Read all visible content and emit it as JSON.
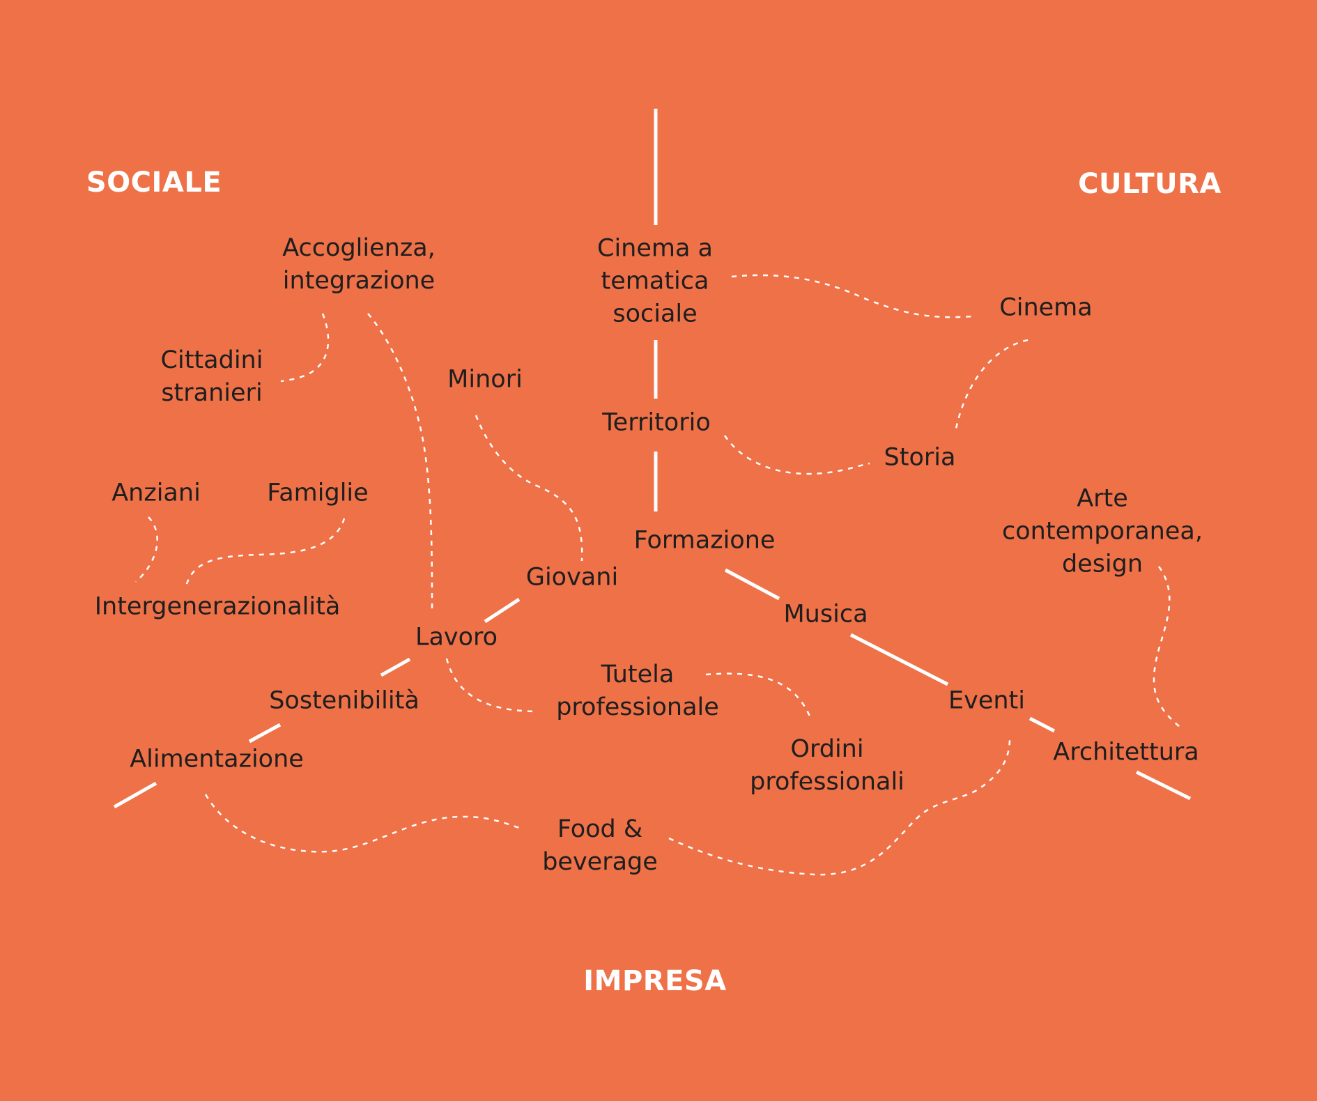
{
  "colors": {
    "background": "#EE7148",
    "line": "#FFFFFF",
    "category_text": "#FFFFFF",
    "topic_text": "#1E1E1E"
  },
  "categories": {
    "sociale": "SOCIALE",
    "cultura": "CULTURA",
    "impresa": "IMPRESA"
  },
  "topics": {
    "accoglienza": "Accoglienza,\nintegrazione",
    "cittadini": "Cittadini\nstranieri",
    "minori": "Minori",
    "cinema_tematica": "Cinema a\ntematica\nsociale",
    "cinema": "Cinema",
    "territorio": "Territorio",
    "storia": "Storia",
    "anziani": "Anziani",
    "famiglie": "Famiglie",
    "intergenerazionalita": "Intergenerazionalità",
    "formazione": "Formazione",
    "arte": "Arte\ncontemporanea,\ndesign",
    "giovani": "Giovani",
    "musica": "Musica",
    "lavoro": "Lavoro",
    "tutela": "Tutela\nprofessionale",
    "sostenibilita": "Sostenibilità",
    "eventi": "Eventi",
    "ordini": "Ordini\nprofessionali",
    "architettura": "Architettura",
    "alimentazione": "Alimentazione",
    "food": "Food &\nbeverage"
  }
}
